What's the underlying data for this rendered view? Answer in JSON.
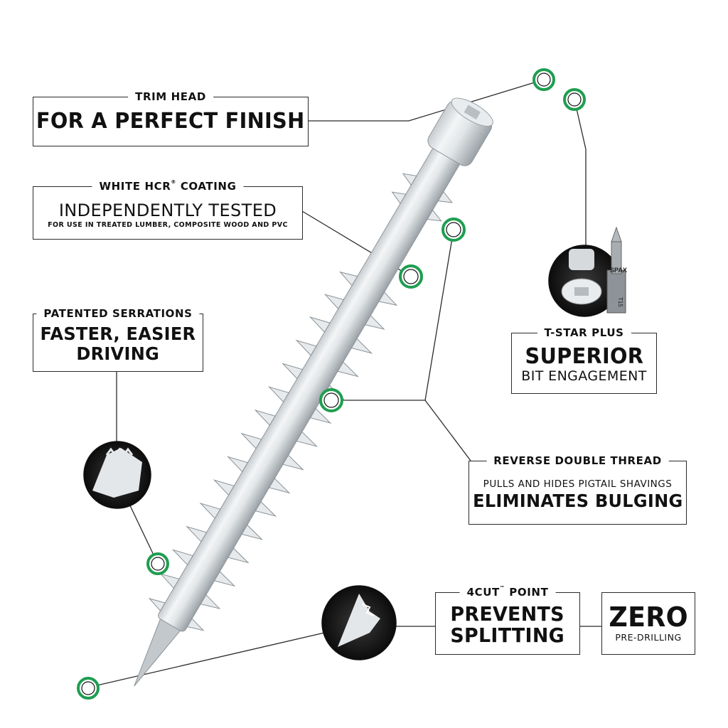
{
  "colors": {
    "accent_green": "#1e9e50",
    "border": "#2b2b2b",
    "text": "#111111",
    "background": "#ffffff"
  },
  "callouts": {
    "trim_head": {
      "caption": "TRIM HEAD",
      "headline": "FOR A PERFECT FINISH"
    },
    "coating": {
      "caption": "WHITE HCR",
      "caption_mark": "®",
      "caption_suffix": " COATING",
      "headline": "INDEPENDENTLY TESTED",
      "detail": "FOR USE IN TREATED LUMBER, COMPOSITE WOOD AND PVC"
    },
    "serrations": {
      "caption": "PATENTED SERRATIONS",
      "headline_line1": "FASTER, EASIER",
      "headline_line2": "DRIVING"
    },
    "tstar": {
      "caption": "T-STAR PLUS",
      "headline": "SUPERIOR",
      "detail": "BIT ENGAGEMENT"
    },
    "reverse_thread": {
      "caption": "REVERSE DOUBLE THREAD",
      "detail": "PULLS AND HIDES PIGTAIL SHAVINGS",
      "headline": "ELIMINATES BULGING"
    },
    "point": {
      "caption": "4CUT",
      "caption_mark": "™",
      "caption_suffix": " POINT",
      "headline_line1": "PREVENTS",
      "headline_line2": "SPLITTING"
    },
    "zero": {
      "headline": "ZERO",
      "detail": "PRE-DRILLING"
    }
  },
  "illustration": {
    "bit_brand": "SPAX",
    "bit_size": "T15"
  },
  "markers": [
    {
      "id": "trim-head",
      "label": "Trim head marker"
    },
    {
      "id": "tstar-recess",
      "label": "T-Star recess marker"
    },
    {
      "id": "coating",
      "label": "Coating marker"
    },
    {
      "id": "upper-thread",
      "label": "Upper thread marker"
    },
    {
      "id": "lower-thread",
      "label": "Lower thread marker"
    },
    {
      "id": "serrations",
      "label": "Serrations marker"
    },
    {
      "id": "point",
      "label": "Point marker"
    }
  ]
}
